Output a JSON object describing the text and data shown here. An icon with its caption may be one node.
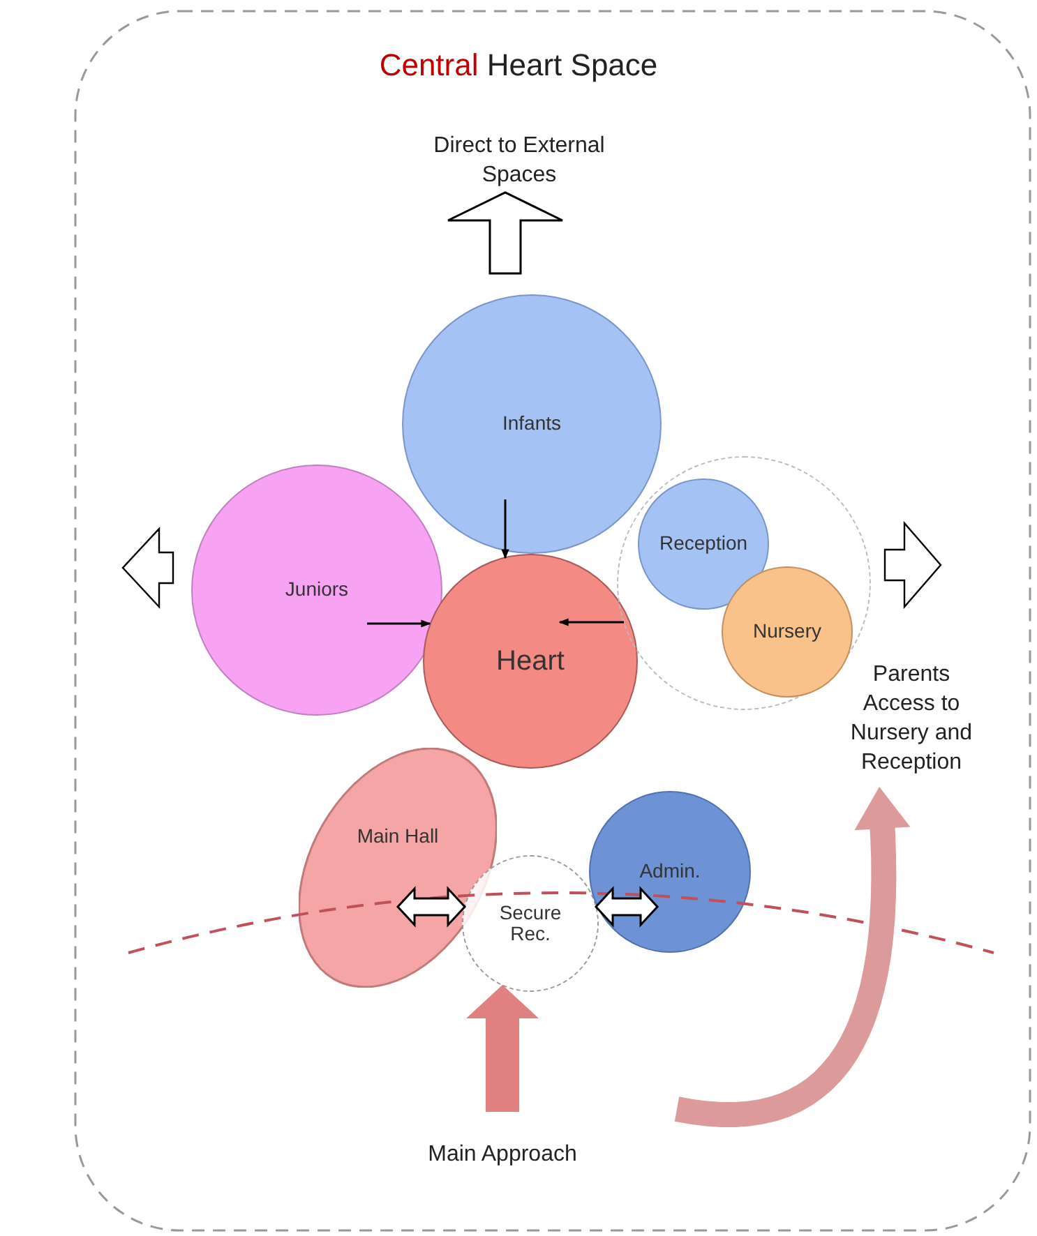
{
  "diagram": {
    "title": "**Central** Heart Space",
    "nodes": [
      {
        "text": [
          "Infants"
        ]
      },
      {
        "text": [
          "Juniors"
        ]
      },
      {
        "text": [
          "Heart"
        ]
      },
      {
        "text": [],
        "shape": "circle"
      },
      {
        "text": [
          "Reception"
        ],
        "in": 3
      },
      {
        "text": [
          "Nursery"
        ],
        "in": 3
      },
      {
        "text": [
          "Main Hall"
        ]
      },
      {
        "text": [
          "Secure Rec."
        ]
      },
      {
        "text": [
          "Admin."
        ]
      },
      {
        "text": [
          "Main Approach"
        ]
      },
      {
        "text": [
          "Parents Access to Nursery and Reception"
        ]
      },
      {
        "text": [
          "Direct to External Spaces"
        ]
      }
    ],
    "edges": [
      {
        "from": 0,
        "to": 2,
        "arrow": "to"
      },
      {
        "from": 1,
        "to": 2,
        "arrow": "to"
      },
      {
        "from": 3,
        "to": 2,
        "arrow": "to"
      },
      {
        "from": 6,
        "to": 7,
        "arrow": "both",
        "style": "thick"
      },
      {
        "from": 7,
        "to": 8,
        "arrow": "both",
        "style": "thick"
      },
      {
        "from": 9,
        "to": 7,
        "arrow": "to",
        "style": "thick",
        "color": "#e08080"
      },
      {
        "from": null,
        "to": 10,
        "arrow": "to",
        "style": "thick",
        "color": "#dc9a9a"
      },
      {
        "from": null,
        "to": 11,
        "arrow": "to",
        "style": "thick"
      }
    ]
  }
}
